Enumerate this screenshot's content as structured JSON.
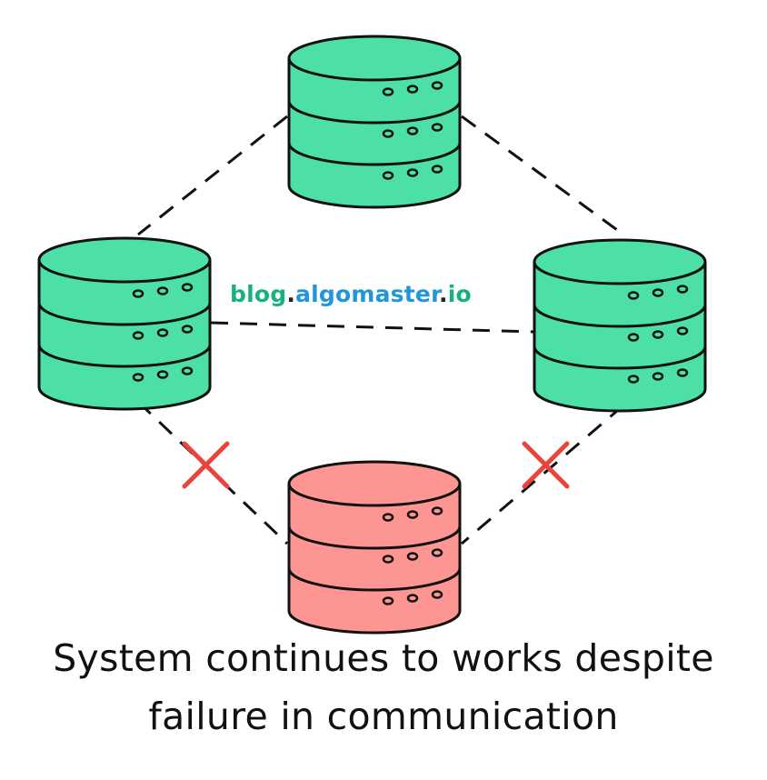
{
  "watermark": {
    "part1": "blog",
    "dot1": ".",
    "part2": "algomaster",
    "dot2": ".",
    "part3": "io",
    "colors": {
      "blog": "#17b27c",
      "algomaster": "#2196d9",
      "io": "#17b27c"
    }
  },
  "caption": {
    "line1": "System continues to works despite",
    "line2": "failure in communication"
  },
  "colors": {
    "healthy_node": "#4de0a6",
    "failed_node": "#fd9592",
    "outline": "#111111",
    "link": "#111111",
    "failure_mark": "#e8453c"
  },
  "nodes": [
    {
      "id": "node-top",
      "status": "healthy",
      "icon": "database-icon"
    },
    {
      "id": "node-left",
      "status": "healthy",
      "icon": "database-icon"
    },
    {
      "id": "node-right",
      "status": "healthy",
      "icon": "database-icon"
    },
    {
      "id": "node-bottom",
      "status": "failed",
      "icon": "database-icon"
    }
  ],
  "links": [
    {
      "id": "link-top-left",
      "from": "node-top",
      "to": "node-left",
      "broken": false
    },
    {
      "id": "link-top-right",
      "from": "node-top",
      "to": "node-right",
      "broken": false
    },
    {
      "id": "link-left-right",
      "from": "node-left",
      "to": "node-right",
      "broken": false
    },
    {
      "id": "link-left-bottom",
      "from": "node-left",
      "to": "node-bottom",
      "broken": true
    },
    {
      "id": "link-right-bottom",
      "from": "node-right",
      "to": "node-bottom",
      "broken": true
    }
  ]
}
